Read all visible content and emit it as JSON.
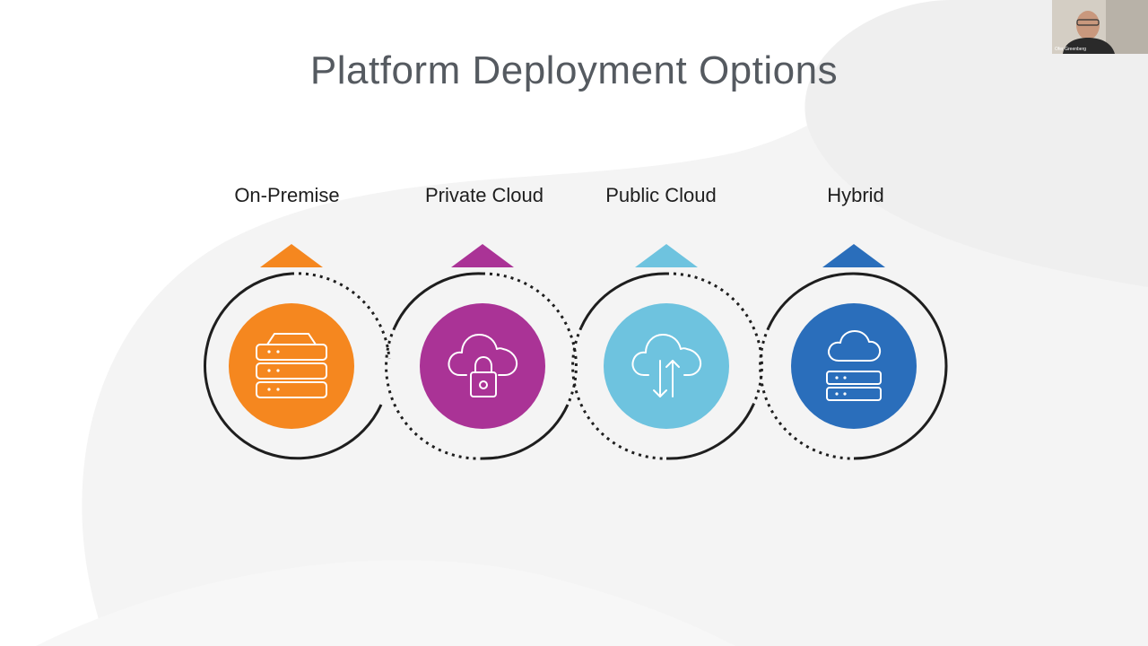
{
  "slide": {
    "title": "Platform Deployment Options"
  },
  "options": [
    {
      "label": "On-Premise",
      "color": "#f5871f",
      "icon": "server-stack-icon"
    },
    {
      "label": "Private Cloud",
      "color": "#aa3396",
      "icon": "cloud-lock-icon"
    },
    {
      "label": "Public Cloud",
      "color": "#6ec3df",
      "icon": "cloud-sync-icon"
    },
    {
      "label": "Hybrid",
      "color": "#2a6ebb",
      "icon": "cloud-server-icon"
    }
  ],
  "webcam": {
    "name": "Ofer Greenberg"
  },
  "colors": {
    "title": "#555a60",
    "ring": "#1e1e1e",
    "background_blob": "#f3f3f3"
  }
}
